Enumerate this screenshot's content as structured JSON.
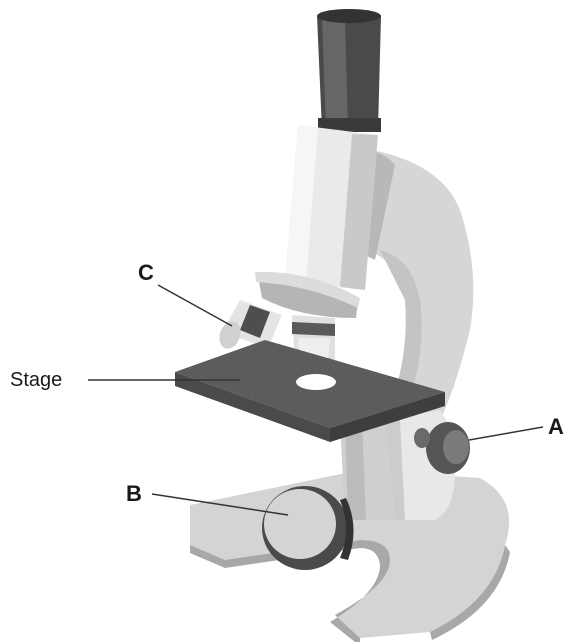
{
  "labels": {
    "a": "A",
    "b": "B",
    "c": "C",
    "stage": "Stage"
  },
  "colors": {
    "eyepiece": "#4a4a4a",
    "tube": "#e6e6e6",
    "arm": "#d6d6d6",
    "arm_shadow": "#b8b8b8",
    "stage": "#5c5c5c",
    "base": "#d9d9d9",
    "mirror": "#d4d4d4",
    "knob": "#555555"
  },
  "parts": [
    "eyepiece",
    "body-tube",
    "arm",
    "nosepiece",
    "objective-lens",
    "stage",
    "stage-hole",
    "coarse-focus-knob",
    "mirror",
    "base"
  ]
}
